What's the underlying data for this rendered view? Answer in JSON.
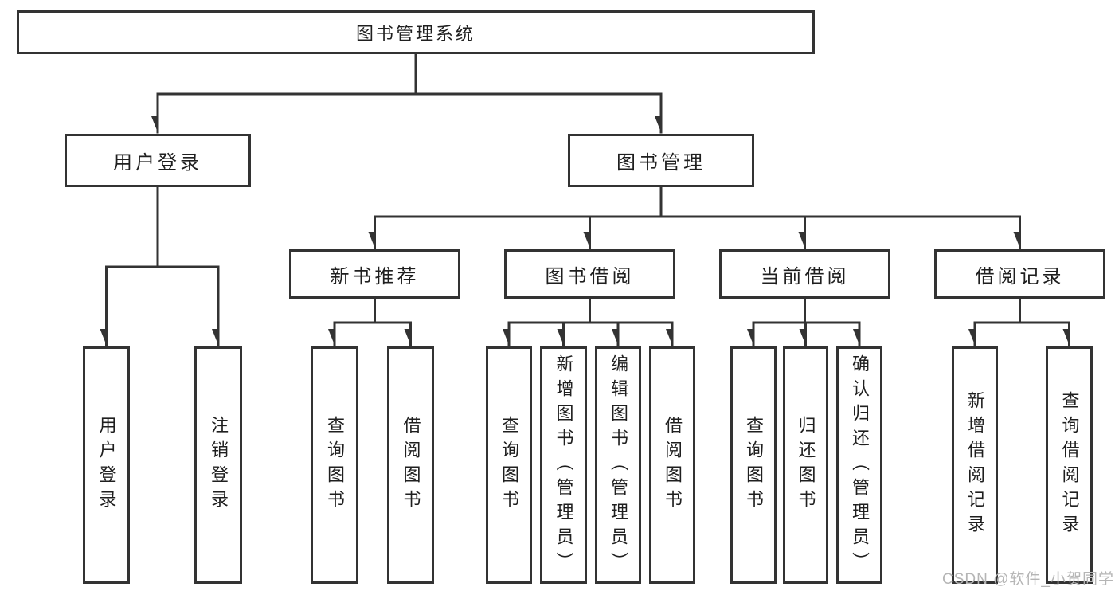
{
  "diagram": {
    "title": "图书管理系统",
    "root": "图书管理系统",
    "branches": {
      "user_login": "用户登录",
      "book_mgmt": "图书管理"
    },
    "modules": {
      "new_book_rec": "新书推荐",
      "book_borrow": "图书借阅",
      "current_borrow": "当前借阅",
      "borrow_records": "借阅记录"
    },
    "leaves": {
      "user_login_login": "用户登录",
      "user_login_logout": "注销登录",
      "nbr_query_books": "查询图书",
      "nbr_borrow_books": "借阅图书",
      "bb_query_books": "查询图书",
      "bb_add_books": "新增图书（管理员）",
      "bb_edit_books": "编辑图书（管理员）",
      "bb_borrow_books": "借阅图书",
      "cb_query_books": "查询图书",
      "cb_return_books": "归还图书",
      "cb_confirm_return": "确认归还（管理员）",
      "br_add_record": "新增借阅记录",
      "br_query_record": "查询借阅记录"
    }
  },
  "watermark": "CSDN @软件_小贺同学",
  "colors": {
    "line": "#333333",
    "box_border": "#333333",
    "text": "#1f1f1f",
    "watermark": "#b5b5b5",
    "background": "#ffffff"
  }
}
